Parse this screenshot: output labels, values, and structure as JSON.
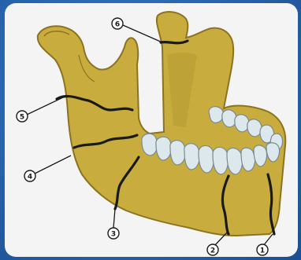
{
  "figure": {
    "description_labels": [
      "1",
      "2",
      "3",
      "4",
      "5",
      "6"
    ],
    "colors": {
      "background": "#2a67b0",
      "panel": "#f4f4f4",
      "bone": "#c8ad3e",
      "bone_shadow": "#a88d2a",
      "teeth": "#dde8ec",
      "fracture": "#1a1a1a"
    }
  },
  "markers": [
    {
      "id": "m1",
      "text": "1"
    },
    {
      "id": "m2",
      "text": "2"
    },
    {
      "id": "m3",
      "text": "3"
    },
    {
      "id": "m4",
      "text": "4"
    },
    {
      "id": "m5",
      "text": "5"
    },
    {
      "id": "m6",
      "text": "6"
    }
  ]
}
